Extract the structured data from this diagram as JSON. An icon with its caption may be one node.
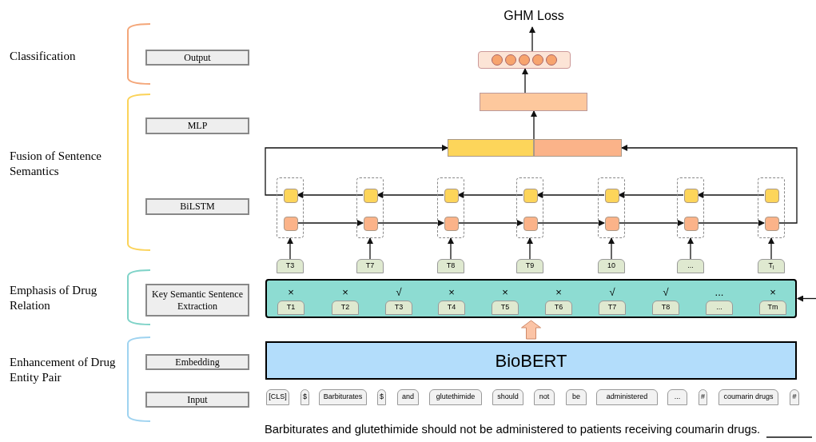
{
  "diagram": {
    "nodes": [
      {
        "text": [
          "Output"
        ]
      },
      {
        "text": [
          "MLP"
        ]
      },
      {
        "text": [
          "BiLSTM"
        ]
      },
      {
        "text": [
          "Key Semantic Sentence Extraction"
        ]
      },
      {
        "text": [
          "Embedding"
        ]
      },
      {
        "text": [
          "Input"
        ]
      },
      {
        "text": [
          "GHM Loss"
        ]
      },
      {
        "text": [],
        "shape": "box"
      },
      {
        "text": [],
        "shape": "bar"
      },
      {
        "text": [],
        "shape": "bar"
      },
      {
        "text": [],
        "shape": "bar"
      },
      {
        "text": [],
        "shape": "box"
      },
      {
        "text": [],
        "shape": "box"
      },
      {
        "text": [],
        "shape": "box"
      },
      {
        "text": [],
        "shape": "box"
      },
      {
        "text": [],
        "shape": "box"
      },
      {
        "text": [],
        "shape": "box"
      },
      {
        "text": [],
        "shape": "box"
      },
      {
        "text": [],
        "shape": "box",
        "in": 11
      },
      {
        "text": [],
        "shape": "box",
        "in": 12
      },
      {
        "text": [],
        "shape": "box",
        "in": 13
      },
      {
        "text": [],
        "shape": "box",
        "in": 14
      },
      {
        "text": [],
        "shape": "box",
        "in": 15
      },
      {
        "text": [],
        "shape": "box",
        "in": 16
      },
      {
        "text": [],
        "shape": "box",
        "in": 17
      },
      {
        "text": [],
        "shape": "box",
        "in": 11
      },
      {
        "text": [],
        "shape": "box",
        "in": 12
      },
      {
        "text": [],
        "shape": "box",
        "in": 13
      },
      {
        "text": [],
        "shape": "box",
        "in": 14
      },
      {
        "text": [],
        "shape": "box",
        "in": 15
      },
      {
        "text": [],
        "shape": "box",
        "in": 16
      },
      {
        "text": [],
        "shape": "box",
        "in": 17
      },
      {
        "text": [
          "T3"
        ]
      },
      {
        "text": [
          "T7"
        ]
      },
      {
        "text": [
          "T8"
        ]
      },
      {
        "text": [
          "T9"
        ]
      },
      {
        "text": [
          "10"
        ]
      },
      {
        "text": [
          "..."
        ]
      },
      {
        "text": [
          "T$_{l}$"
        ]
      },
      {
        "text": [],
        "shape": "box"
      },
      {
        "text": [
          "T1"
        ],
        "in": 39,
        "beside": [
          "×"
        ]
      },
      {
        "text": [
          "T2"
        ],
        "in": 39,
        "beside": [
          "×"
        ]
      },
      {
        "text": [
          "T3"
        ],
        "in": 39,
        "beside": [
          "√"
        ]
      },
      {
        "text": [
          "T4"
        ],
        "in": 39,
        "beside": [
          "×"
        ]
      },
      {
        "text": [
          "T5"
        ],
        "in": 39,
        "beside": [
          "×"
        ]
      },
      {
        "text": [
          "T6"
        ],
        "in": 39,
        "beside": [
          "×"
        ]
      },
      {
        "text": [
          "T7"
        ],
        "in": 39,
        "beside": [
          "√"
        ]
      },
      {
        "text": [
          "T8"
        ],
        "in": 39,
        "beside": [
          "√"
        ]
      },
      {
        "text": [
          "..."
        ],
        "in": 39,
        "beside": [
          "..."
        ]
      },
      {
        "text": [
          "Tm"
        ],
        "in": 39,
        "beside": [
          "×"
        ]
      },
      {
        "text": [
          "BioBERT"
        ]
      },
      {
        "text": [
          "[CLS]"
        ]
      },
      {
        "text": [
          "$"
        ]
      },
      {
        "text": [
          "Barbiturates"
        ]
      },
      {
        "text": [
          "$"
        ]
      },
      {
        "text": [
          "and"
        ]
      },
      {
        "text": [
          "glutethimide"
        ]
      },
      {
        "text": [
          "should"
        ]
      },
      {
        "text": [
          "not"
        ]
      },
      {
        "text": [
          "be"
        ]
      },
      {
        "text": [
          "administered"
        ]
      },
      {
        "text": [
          "..."
        ]
      },
      {
        "text": [
          "#"
        ]
      },
      {
        "text": [
          "coumarin drugs"
        ]
      },
      {
        "text": [
          "#"
        ]
      },
      {
        "text": [
          "Barbiturates and glutethimide should not be administered to patients receiving coumarin drugs."
        ]
      }
    ],
    "edges": [
      {
        "from": 7,
        "to": 6,
        "arrow": "to"
      },
      {
        "from": 8,
        "to": 7,
        "arrow": "to"
      },
      {
        "from": 9,
        "to": 8,
        "arrow": "to"
      },
      {
        "from": 19,
        "to": 18,
        "arrow": "to"
      },
      {
        "from": 20,
        "to": 19,
        "arrow": "to"
      },
      {
        "from": 21,
        "to": 20,
        "arrow": "to"
      },
      {
        "from": 22,
        "to": 21,
        "arrow": "to"
      },
      {
        "from": 23,
        "to": 22,
        "arrow": "to"
      },
      {
        "from": 24,
        "to": 23,
        "arrow": "to"
      },
      {
        "from": 18,
        "to": 9,
        "arrow": "to"
      },
      {
        "from": 25,
        "to": 26,
        "arrow": "to"
      },
      {
        "from": 26,
        "to": 27,
        "arrow": "to"
      },
      {
        "from": 27,
        "to": 28,
        "arrow": "to"
      },
      {
        "from": 28,
        "to": 29,
        "arrow": "to"
      },
      {
        "from": 29,
        "to": 30,
        "arrow": "to"
      },
      {
        "from": 30,
        "to": 31,
        "arrow": "to"
      },
      {
        "from": 31,
        "to": 10,
        "arrow": "to"
      },
      {
        "from": 32,
        "to": 11,
        "arrow": "to"
      },
      {
        "from": 33,
        "to": 12,
        "arrow": "to"
      },
      {
        "from": 34,
        "to": 13,
        "arrow": "to"
      },
      {
        "from": 35,
        "to": 14,
        "arrow": "to"
      },
      {
        "from": 36,
        "to": 15,
        "arrow": "to"
      },
      {
        "from": 37,
        "to": 16,
        "arrow": "to"
      },
      {
        "from": 38,
        "to": 17,
        "arrow": "to"
      },
      {
        "from": 50,
        "to": 39,
        "arrow": "to",
        "style": "thick",
        "color": "#fbc4a6"
      },
      {
        "from": 65,
        "to": null,
        "arrow": "none"
      },
      {
        "from": null,
        "to": 39,
        "arrow": "to"
      }
    ],
    "labels": [
      "Classification",
      "Fusion of Sentence Semantics",
      "Emphasis of Drug Relation",
      "Enhancement of Drug Entity Pair"
    ]
  }
}
